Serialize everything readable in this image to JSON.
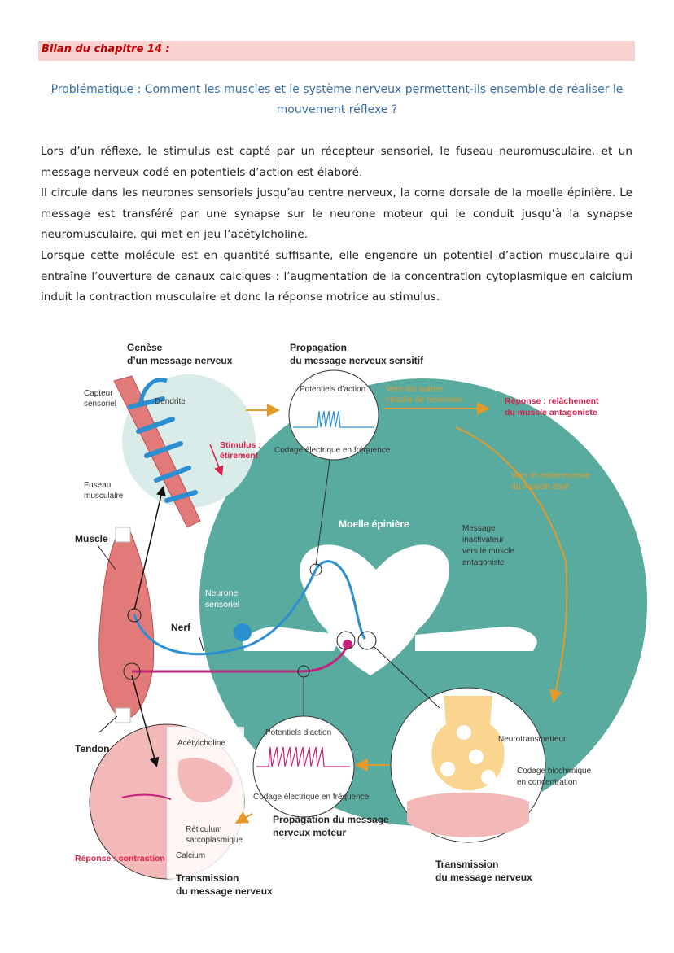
{
  "header": {
    "title": "Bilan du chapitre 14 :"
  },
  "problem": {
    "label": "Problématique :",
    "text": "Comment les muscles et le système nerveux permettent-ils ensemble de réaliser le mouvement réflexe ?"
  },
  "summary": {
    "paragraphs": [
      "Lors d’un réflexe, le stimulus est capté par un récepteur sensoriel, le fuseau neuromusculaire, et un message nerveux codé en potentiels d’action est élaboré.",
      "Il circule dans les neurones sensoriels jusqu’au centre nerveux, la corne dorsale de la moelle épinière. Le message est transféré par une synapse sur le neurone moteur qui le conduit jusqu’à la synapse neuromusculaire, qui met en jeu l’acétylcholine.",
      "Lorsque cette molécule est en quantité suffisante, elle engendre un potentiel d’action musculaire qui entraîne l’ouverture de canaux calciques : l’augmentation de la concentration cytoplasmique en calcium induit la contraction musculaire et donc la réponse motrice au stimulus."
    ]
  },
  "diagram": {
    "genese_title": [
      "Genèse",
      "d’un message nerveux"
    ],
    "capteur": [
      "Capteur",
      "sensoriel"
    ],
    "dendrite": "Dendrite",
    "stimulus": [
      "Stimulus :",
      "étirement"
    ],
    "fuseau": [
      "Fuseau",
      "musculaire"
    ],
    "muscle": "Muscle",
    "tendon": "Tendon",
    "nerf": "Nerf",
    "propagation_sensitif": [
      "Propagation",
      "du message nerveux sensitif"
    ],
    "potentiels_action_top": "Potentiels d’action",
    "codage_top": "Codage électrique en fréquence",
    "vers_autres": [
      "Vers les autres",
      "circuits de neurones"
    ],
    "reponse_relachement": [
      "Réponse : relâchement",
      "du muscle antagoniste"
    ],
    "vers_motoneurone": [
      "Vers le motoneurone",
      "du muscle étiré"
    ],
    "moelle": "Moelle épinière",
    "message_inactivateur": [
      "Message",
      "inactivateur",
      "vers le muscle",
      "antagoniste"
    ],
    "neurone_sensoriel": [
      "Neurone",
      "sensoriel"
    ],
    "potentiels_action_bottom": "Potentiels d’action",
    "codage_bottom": "Codage électrique en fréquence",
    "propagation_moteur": [
      "Propagation du message",
      "nerveux moteur"
    ],
    "neurotransmetteur": "Neurotransmetteur",
    "codage_biochimique": [
      "Codage biochimique",
      "en concentration"
    ],
    "transmission_right": [
      "Transmission",
      "du message nerveux"
    ],
    "acetylcholine": "Acétylcholine",
    "reticulum": [
      "Réticulum",
      "sarcoplasmique"
    ],
    "calcium": "Calcium",
    "reponse_contraction": "Réponse : contraction",
    "transmission_left": [
      "Transmission",
      "du message nerveux"
    ],
    "colors": {
      "teal": "#5aab9f",
      "light_teal": "#d9ece9",
      "blue": "#2b8fd0",
      "magenta": "#c6207f",
      "orange": "#e39a2b",
      "red": "#d8204a",
      "muscle": "#e37a7a"
    }
  }
}
